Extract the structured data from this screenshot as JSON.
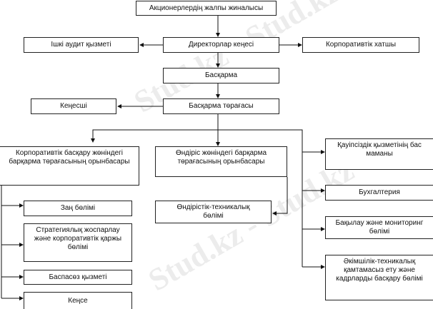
{
  "nodes": {
    "shareholders": "Акционерлердің жалпы жиналысы",
    "board": "Директорлар кеңесі",
    "audit": "Ішкі аудит қызметі",
    "secretary": "Корпоративтік хатшы",
    "management": "Басқарма",
    "chairman": "Басқарма төрағасы",
    "advisor": "Кеңесші",
    "deputy_corp": "Корпоративтік басқару жөніндегі барқарма төрағасының орынбасары",
    "deputy_prod": "Өндіріс жөніндегі барқарма төрағасының орынбасары",
    "prod_tech": "Өндірістік-техникалық бөлімі",
    "legal": "Заң бөлімі",
    "strategy": "Стратегиялық жоспарлау және корпоративтік қаржы бөлімі",
    "press": "Баспасөз қызметі",
    "office": "Кеңсе",
    "security": "Қауіпсіздік қызметінің бас маманы",
    "accounting": "Бухгалтерия",
    "monitoring": "Бақылау және мониторинг бөлімі",
    "admin": "Әкімшілік-техникалық қамтамасыз ету және кадрларды басқару бөлімі"
  },
  "watermark": "Stud.kz - Stud.kz"
}
